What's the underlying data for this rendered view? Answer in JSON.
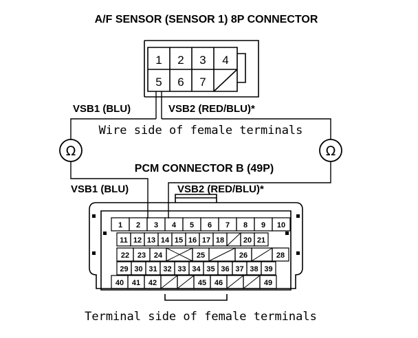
{
  "title": "A/F SENSOR (SENSOR 1) 8P CONNECTOR",
  "sensor_connector": {
    "pins": [
      "1",
      "2",
      "3",
      "4",
      "5",
      "6",
      "7"
    ],
    "vsb1_label": "VSB1 (BLU)",
    "vsb2_label": "VSB2 (RED/BLU)*",
    "wire_side_label": "Wire side of female terminals"
  },
  "meters": {
    "left_symbol": "Ω",
    "right_symbol": "Ω"
  },
  "pcm_connector": {
    "title": "PCM CONNECTOR B (49P)",
    "vsb1_label": "VSB1 (BLU)",
    "vsb2_label": "VSB2 (RED/BLU)*",
    "terminal_side_label": "Terminal side of female terminals",
    "rows": [
      [
        "1",
        "2",
        "3",
        "4",
        "5",
        "6",
        "7",
        "8",
        "9",
        "10"
      ],
      [
        "11",
        "12",
        "13",
        "14",
        "15",
        "16",
        "17",
        "18",
        "",
        "20",
        "21"
      ],
      [
        "22",
        "23",
        "24",
        "",
        "25",
        "",
        "26",
        "",
        "28"
      ],
      [
        "29",
        "30",
        "31",
        "32",
        "33",
        "34",
        "35",
        "36",
        "37",
        "38",
        "39"
      ],
      [
        "40",
        "41",
        "42",
        "",
        "",
        "45",
        "46",
        "",
        "",
        "49"
      ]
    ]
  }
}
